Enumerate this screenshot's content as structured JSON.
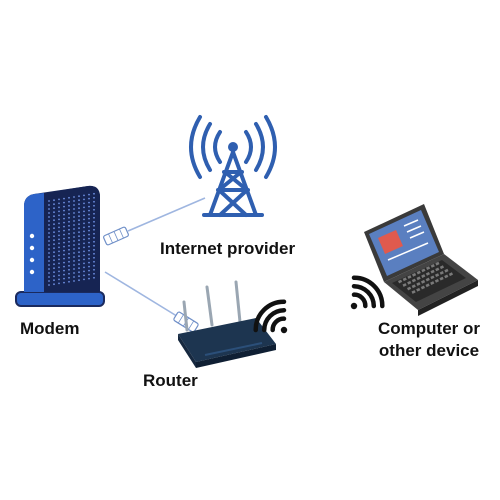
{
  "labels": {
    "modem": "Modem",
    "router": "Router",
    "internet_provider": "Internet provider",
    "computer": "Computer or other device"
  },
  "colors": {
    "device_dark": "#1a2a5e",
    "device_blue": "#2d63c8",
    "signal_blue": "#2f5fb0",
    "router_body": "#1d3550",
    "cable": "#9fb6e0",
    "laptop_frame": "#3a3a3a",
    "screen": "#5a7fc0",
    "text": "#111111"
  },
  "icons": {
    "modem": "modem-icon",
    "router": "router-icon",
    "tower": "cell-tower-icon",
    "laptop": "laptop-icon",
    "wifi": "wifi-signal-icon"
  }
}
